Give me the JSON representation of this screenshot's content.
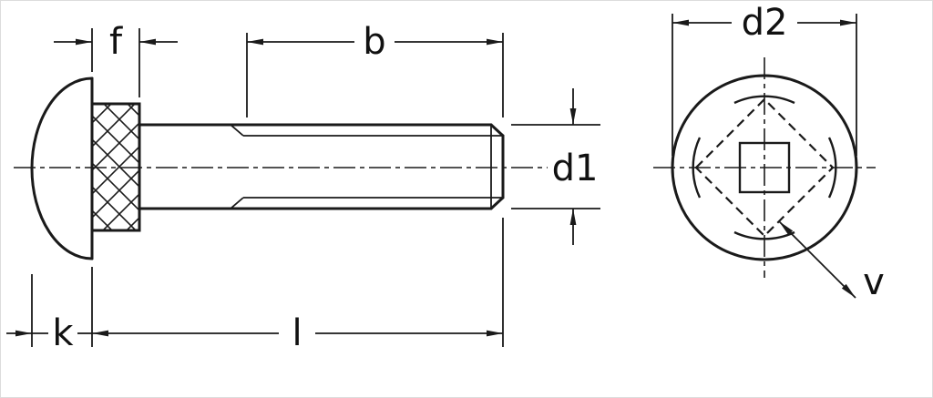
{
  "diagram": {
    "kind": "technical-drawing",
    "background": "#ffffff",
    "line_color": "#1a1a1a",
    "labels": {
      "f": "f",
      "b": "b",
      "d1": "d1",
      "k": "k",
      "l": "l",
      "d2": "d2",
      "v": "v"
    }
  }
}
